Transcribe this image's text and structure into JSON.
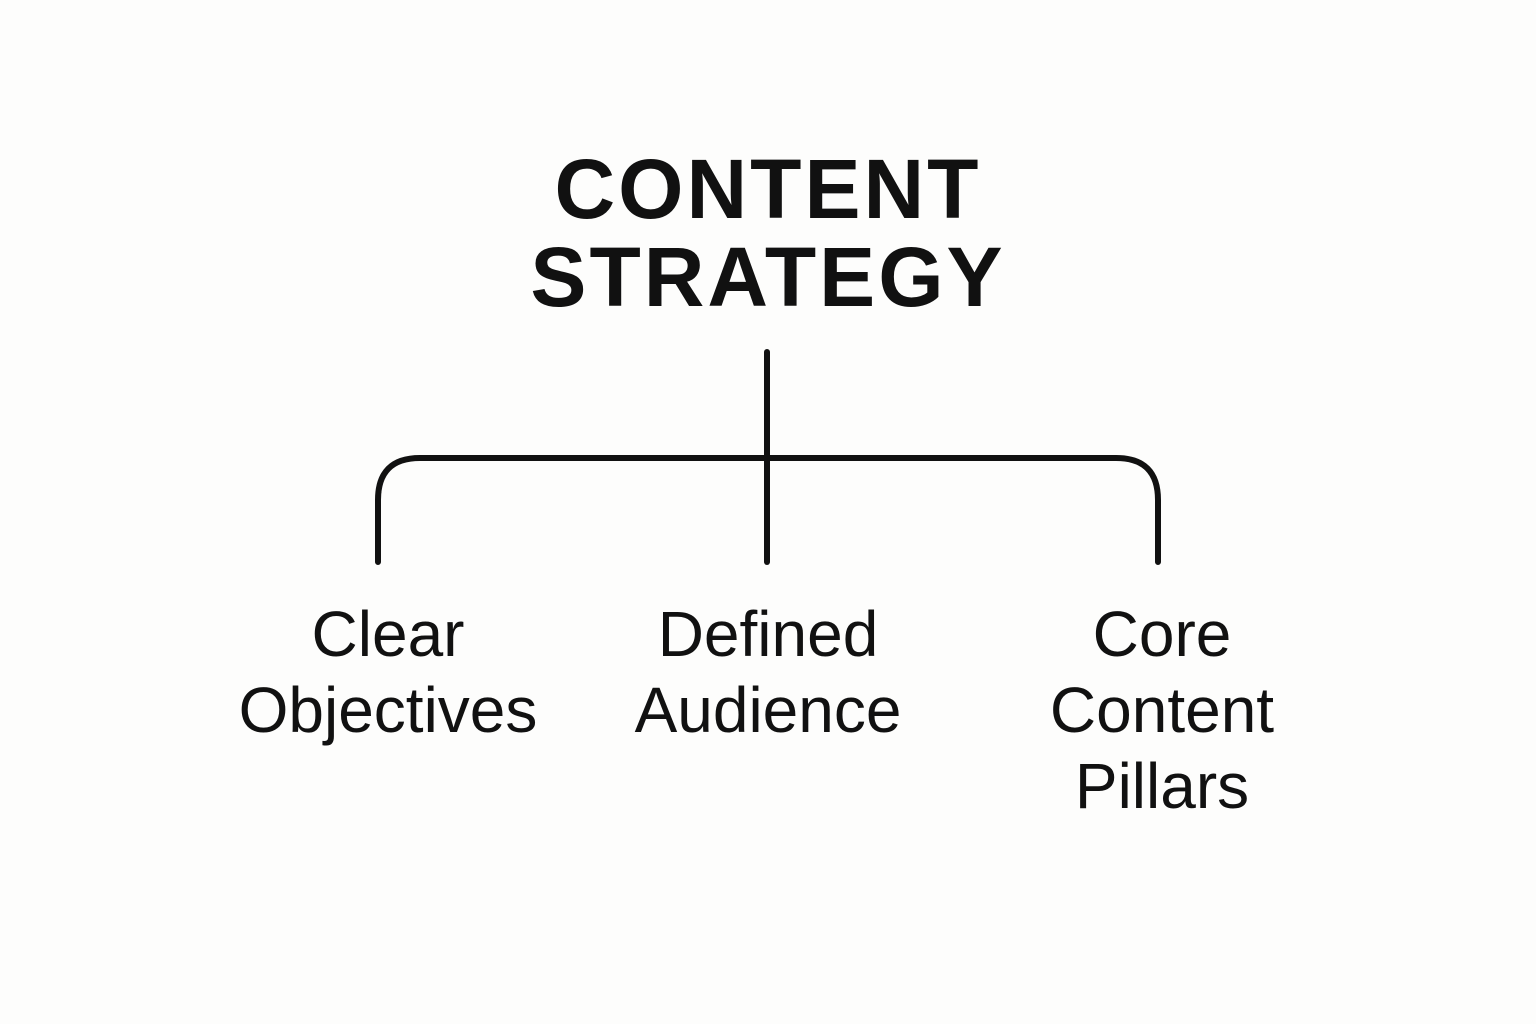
{
  "diagram": {
    "title_lines": [
      "CONTENT",
      "STRATEGY"
    ],
    "children": [
      {
        "lines": [
          "Clear",
          "Objectives"
        ]
      },
      {
        "lines": [
          "Defined",
          "Audience"
        ]
      },
      {
        "lines": [
          "Core",
          "Content",
          "Pillars"
        ]
      }
    ],
    "colors": {
      "background": "#fdfdfc",
      "text": "#111111",
      "lines": "#111111"
    }
  }
}
